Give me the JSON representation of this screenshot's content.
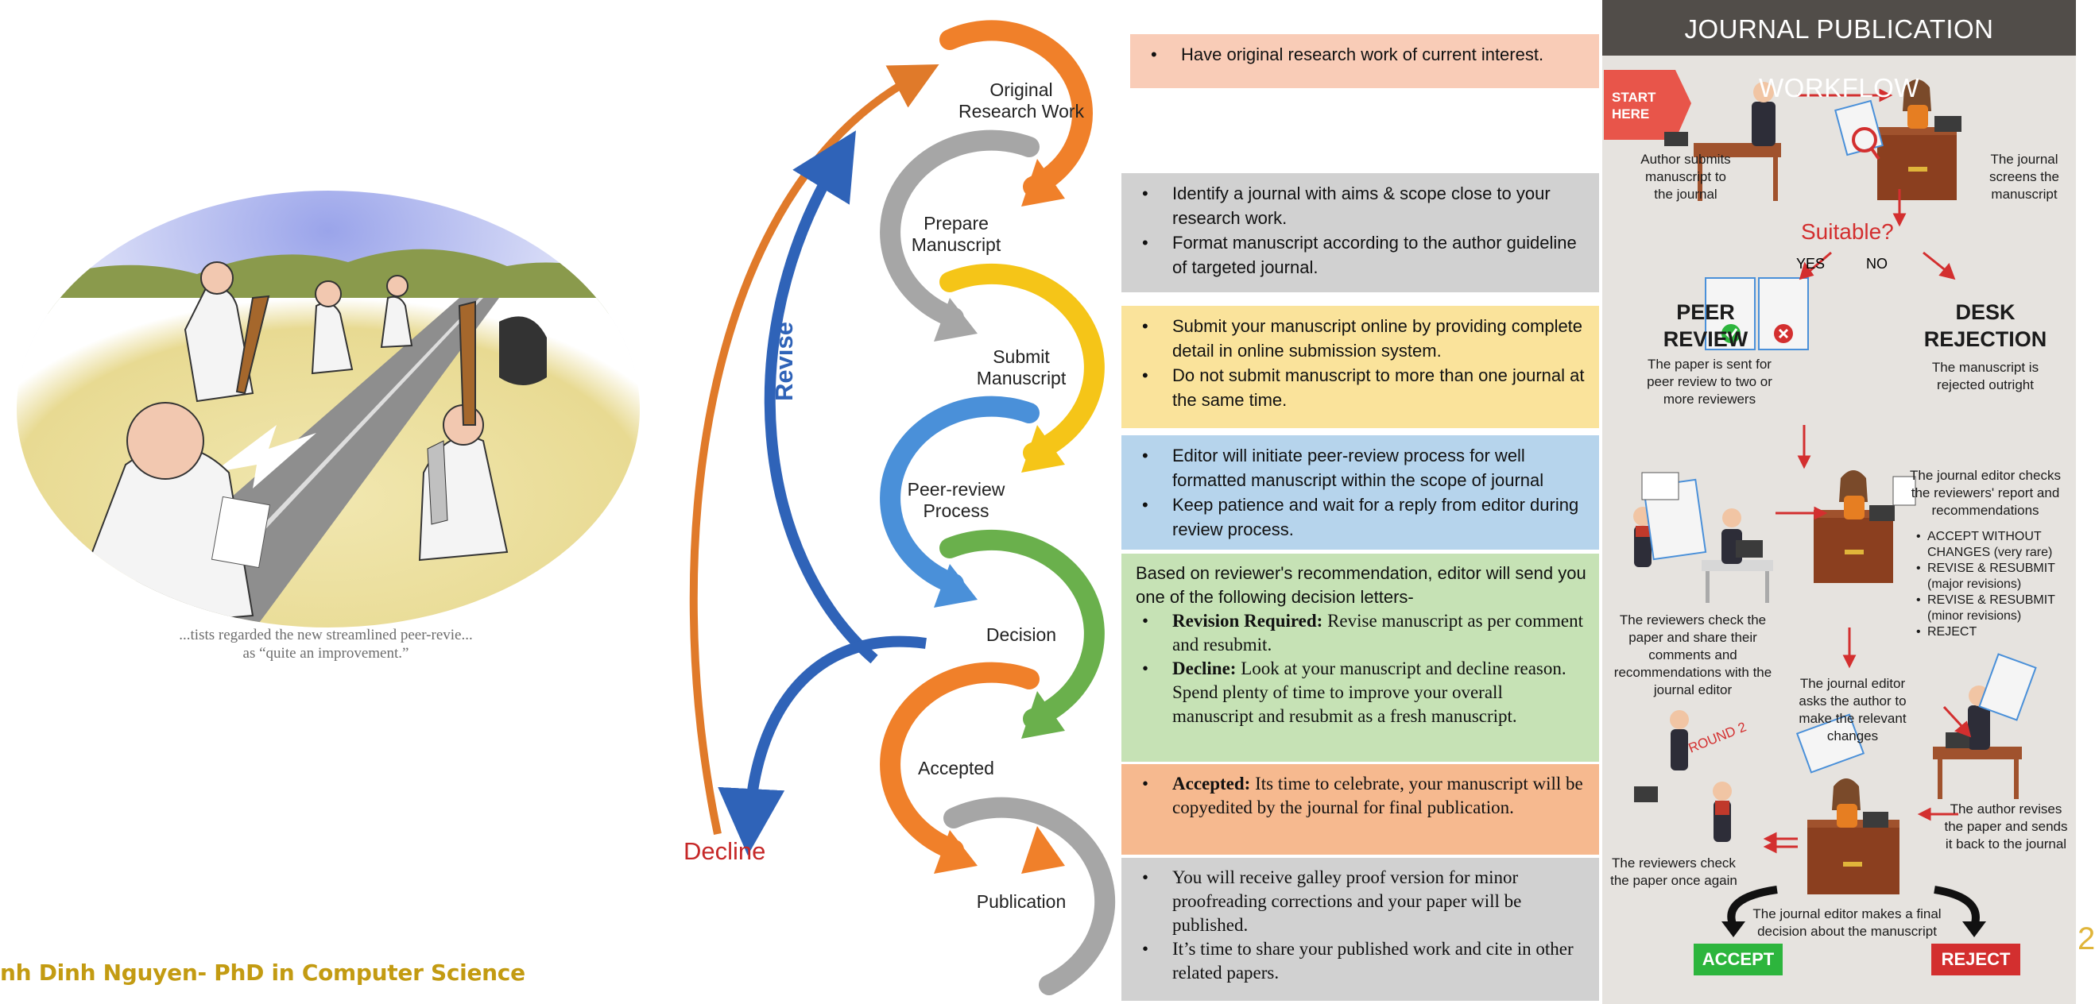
{
  "cartoon": {
    "caption_line1": "...tists regarded the new streamlined peer-revie...",
    "caption_line2": "as “quite an improvement.”"
  },
  "footer": {
    "author": "nh Dinh Nguyen- PhD in Computer Science"
  },
  "cycle": {
    "revise_label": "Revise",
    "decline_label": "Decline",
    "stages": [
      {
        "name": "Original\nResearch Work",
        "color": "#f0802a"
      },
      {
        "name": "Prepare\nManuscript",
        "color": "#a6a6a6"
      },
      {
        "name": "Submit\nManuscript",
        "color": "#f5c518"
      },
      {
        "name": "Peer-review\nProcess",
        "color": "#4a90d9"
      },
      {
        "name": "Decision",
        "color": "#6ab04c"
      },
      {
        "name": "Accepted",
        "color": "#f0802a"
      },
      {
        "name": "Publication",
        "color": "#a6a6a6"
      }
    ]
  },
  "boxes": {
    "original": [
      "Have original  research work of current interest."
    ],
    "prepare": [
      "Identify a journal with aims & scope close to your research work.",
      "Format manuscript according to the author guideline of targeted journal."
    ],
    "submit": [
      "Submit your manuscript online by providing complete detail in online submission system.",
      "Do not submit manuscript to more than one journal at the same time."
    ],
    "peer": [
      "Editor will initiate  peer-review process for well formatted manuscript  within the scope of journal",
      "Keep patience and wait  for a reply from editor during review process."
    ],
    "decision": {
      "intro": "Based on reviewer's recommendation, editor will send you one of the following decision letters-",
      "items": [
        {
          "bold": "Revision Required:",
          "text": " Revise manuscript as per comment and resubmit."
        },
        {
          "bold": "Decline:",
          "text": " Look at your manuscript and decline reason. Spend plenty of time to improve your overall manuscript and resubmit as a fresh manuscript."
        }
      ]
    },
    "accepted": {
      "bold": "Accepted:",
      "text": " Its time to celebrate, your manuscript will be copyedited by the journal for final publication."
    },
    "publication": [
      "You will receive galley proof version for minor proofreading corrections and your paper will be published.",
      "It’s time to share your published work and cite in other related papers."
    ]
  },
  "workflow": {
    "title": "JOURNAL PUBLICATION WORKFLOW",
    "start": "START\nHERE",
    "author_submits": "Author submits\nmanuscript to\nthe journal",
    "journal_screens": "The journal\nscreens the\nmanuscript",
    "suitable": "Suitable?",
    "yes": "YES",
    "no": "NO",
    "peer_review": "PEER\nREVIEW",
    "peer_review_desc": "The paper is sent for\npeer review to two or\nmore reviewers",
    "desk_rejection": "DESK\nREJECTION",
    "desk_rejection_desc": "The manuscript is\nrejected outright",
    "editor_checks": "The journal editor checks\nthe reviewers' report and\nrecommendations",
    "options": [
      "ACCEPT WITHOUT\nCHANGES (very rare)",
      "REVISE & RESUBMIT\n(major revisions)",
      "REVISE & RESUBMIT\n(minor revisions)",
      "REJECT"
    ],
    "reviewers_check": "The reviewers check the\npaper and share their\ncomments and\nrecommendations with the\njournal editor",
    "editor_asks": "The journal editor\nasks the author to\nmake the relevant\nchanges",
    "round2": "ROUND 2",
    "author_revises": "The author revises\nthe paper and sends\nit back to the journal",
    "reviewers_again": "The reviewers check\nthe paper once again",
    "final_decision": "The journal editor makes a final\ndecision about the manuscript",
    "accept": "ACCEPT",
    "reject": "REJECT"
  },
  "page_number": "2"
}
